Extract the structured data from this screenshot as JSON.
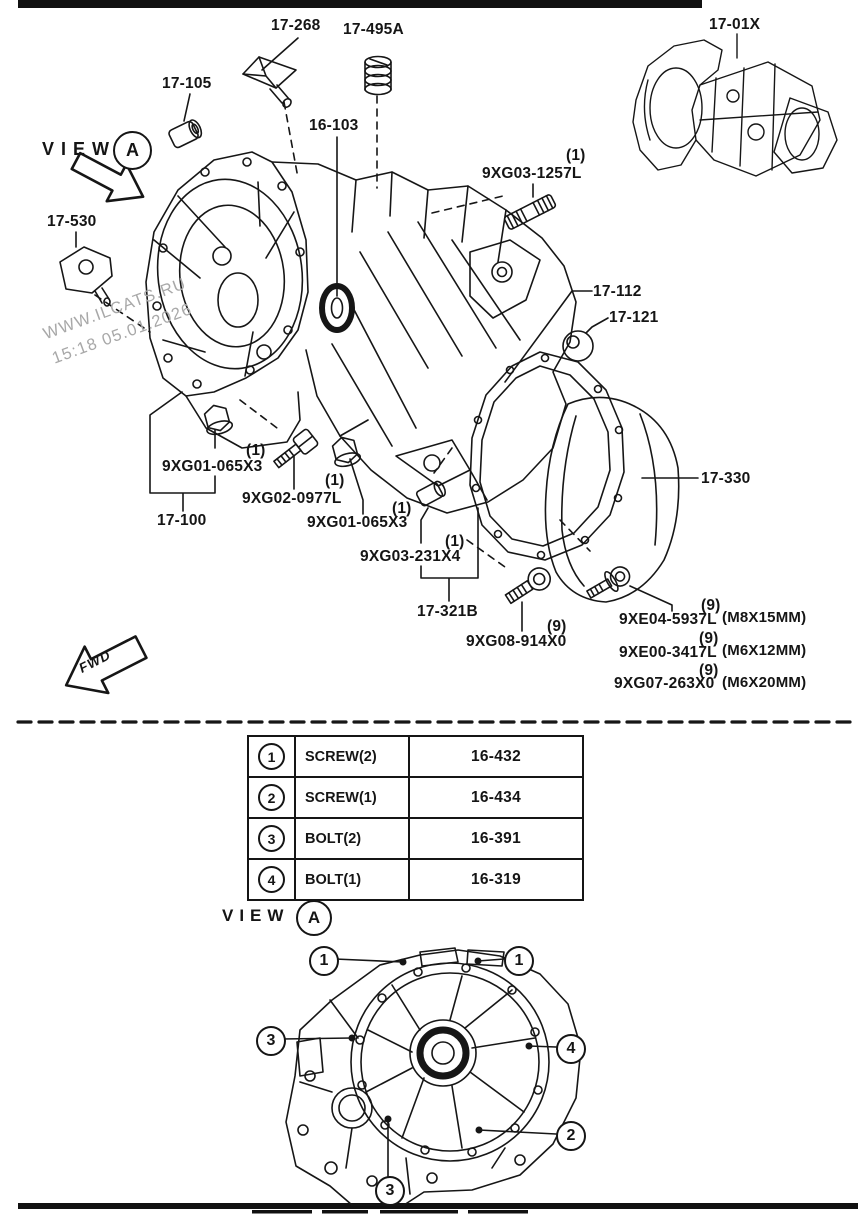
{
  "colors": {
    "ink": "#151515",
    "watermark": "#a8a8a8",
    "background": "#ffffff"
  },
  "watermark": {
    "line1": "WWW.ILCATS.RU",
    "line2": "15:18 05.01.2026"
  },
  "view_top": {
    "text": "VIEW",
    "badge": "A"
  },
  "view_bottom": {
    "text": "VIEW",
    "badge": "A"
  },
  "fwd": {
    "text": "FWD"
  },
  "qty": {
    "one": "(1)",
    "nine": "(9)"
  },
  "parts": {
    "p17_268": "17-268",
    "p17_495A": "17-495A",
    "p17_105": "17-105",
    "p16_103": "16-103",
    "p17_01X": "17-01X",
    "p17_530": "17-530",
    "p17_112": "17-112",
    "p17_121": "17-121",
    "p17_330": "17-330",
    "p17_100": "17-100",
    "p17_321B": "17-321B",
    "s9XG03_1257L": "9XG03-1257L",
    "s9XG01_065X3a": "9XG01-065X3",
    "s9XG02_0977L": "9XG02-0977L",
    "s9XG01_065X3b": "9XG01-065X3",
    "s9XG03_231X4": "9XG03-231X4",
    "s9XG08_914X0": "9XG08-914X0",
    "s9XE04_5937L": "9XE04-5937L",
    "s9XE00_3417L": "9XE00-3417L",
    "s9XG07_263X0": "9XG07-263X0"
  },
  "sizes": {
    "m8x15": "(M8X15MM)",
    "m6x12": "(M6X12MM)",
    "m6x20": "(M6X20MM)"
  },
  "table": {
    "rows": [
      {
        "num": "1",
        "name": "SCREW(2)",
        "part": "16-432"
      },
      {
        "num": "2",
        "name": "SCREW(1)",
        "part": "16-434"
      },
      {
        "num": "3",
        "name": "BOLT(2)",
        "part": "16-391"
      },
      {
        "num": "4",
        "name": "BOLT(1)",
        "part": "16-319"
      }
    ]
  },
  "bottom_view": {
    "callouts": [
      "1",
      "1",
      "3",
      "4",
      "2",
      "3"
    ]
  }
}
